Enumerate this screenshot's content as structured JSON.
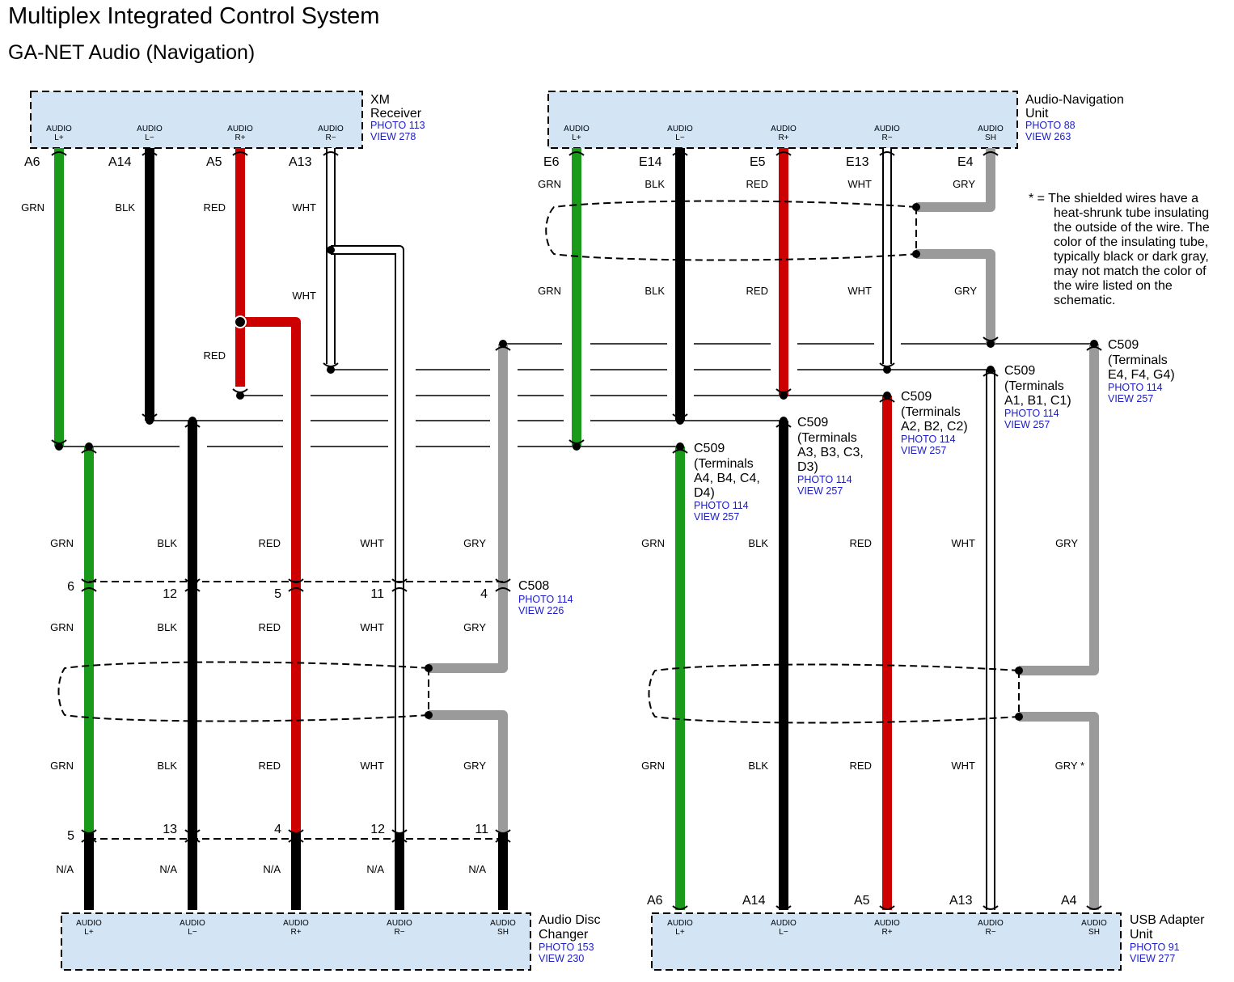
{
  "title": "Multiplex Integrated Control System",
  "subtitle": "GA-NET Audio (Navigation)",
  "components": {
    "xm": {
      "name": [
        "XM",
        "Receiver"
      ],
      "photo": "PHOTO 113",
      "view": "VIEW 278",
      "pins": [
        [
          "AUDIO",
          "L+"
        ],
        [
          "AUDIO",
          "L−"
        ],
        [
          "AUDIO",
          "R+"
        ],
        [
          "AUDIO",
          "R−"
        ]
      ],
      "terminals": [
        "A6",
        "A14",
        "A5",
        "A13"
      ]
    },
    "nav": {
      "name": [
        "Audio-Navigation",
        "Unit"
      ],
      "photo": "PHOTO 88",
      "view": "VIEW 263",
      "pins": [
        [
          "AUDIO",
          "L+"
        ],
        [
          "AUDIO",
          "L−"
        ],
        [
          "AUDIO",
          "R+"
        ],
        [
          "AUDIO",
          "R−"
        ],
        [
          "AUDIO",
          "SH"
        ]
      ],
      "terminals": [
        "E6",
        "E14",
        "E5",
        "E13",
        "E4"
      ]
    },
    "disc": {
      "name": [
        "Audio Disc",
        "Changer"
      ],
      "photo": "PHOTO 153",
      "view": "VIEW 230",
      "pins": [
        [
          "AUDIO",
          "L+"
        ],
        [
          "AUDIO",
          "L−"
        ],
        [
          "AUDIO",
          "R+"
        ],
        [
          "AUDIO",
          "R−"
        ],
        [
          "AUDIO",
          "SH"
        ]
      ]
    },
    "usb": {
      "name": [
        "USB Adapter",
        "Unit"
      ],
      "photo": "PHOTO 91",
      "view": "VIEW 277",
      "pins": [
        [
          "AUDIO",
          "L+"
        ],
        [
          "AUDIO",
          "L−"
        ],
        [
          "AUDIO",
          "R+"
        ],
        [
          "AUDIO",
          "R−"
        ],
        [
          "AUDIO",
          "SH"
        ]
      ],
      "terminals": [
        "A6",
        "A14",
        "A5",
        "A13",
        "A4"
      ]
    }
  },
  "wires": {
    "xm_top": [
      "GRN",
      "BLK",
      "RED",
      "WHT"
    ],
    "xm_white_lower": "WHT",
    "xm_red_lower": "RED",
    "nav_top": [
      "GRN",
      "BLK",
      "RED",
      "WHT",
      "GRY"
    ],
    "nav_mid": [
      "GRN",
      "BLK",
      "RED",
      "WHT",
      "GRY"
    ],
    "left_upper": [
      "GRN",
      "BLK",
      "RED",
      "WHT",
      "GRY"
    ],
    "left_mid": [
      "GRN",
      "BLK",
      "RED",
      "WHT",
      "GRY"
    ],
    "left_lower": [
      "GRN",
      "BLK",
      "RED",
      "WHT",
      "GRY"
    ],
    "left_bottom": [
      "N/A",
      "N/A",
      "N/A",
      "N/A",
      "N/A"
    ],
    "right_upper": [
      "GRN",
      "BLK",
      "RED",
      "WHT",
      "GRY"
    ],
    "right_lower": [
      "GRN",
      "BLK",
      "RED",
      "WHT",
      "GRY *"
    ]
  },
  "connectors": {
    "c508": {
      "name": "C508",
      "photo": "PHOTO 114",
      "view": "VIEW 226",
      "pins": [
        "6",
        "12",
        "5",
        "11",
        "4"
      ]
    },
    "left_bottom_pins": [
      "5",
      "13",
      "4",
      "12",
      "11"
    ],
    "c509_g": {
      "lines": [
        "C509",
        "(Terminals",
        "E4, F4, G4)"
      ],
      "photo": "PHOTO 114",
      "view": "VIEW 257"
    },
    "c509_a": {
      "lines": [
        "C509",
        "(Terminals",
        "A1, B1, C1)"
      ],
      "photo": "PHOTO 114",
      "view": "VIEW 257"
    },
    "c509_b": {
      "lines": [
        "C509",
        "(Terminals",
        "A2, B2, C2)"
      ],
      "photo": "PHOTO 114",
      "view": "VIEW 257"
    },
    "c509_c": {
      "lines": [
        "C509",
        "(Terminals",
        "A3, B3, C3,",
        "D3)"
      ],
      "photo": "PHOTO 114",
      "view": "VIEW 257"
    },
    "c509_d": {
      "lines": [
        "C509",
        "(Terminals",
        "A4, B4, C4,",
        "D4)"
      ],
      "photo": "PHOTO 114",
      "view": "VIEW 257"
    }
  },
  "note": [
    "* = The shielded wires have a",
    "heat-shrunk tube insulating",
    "the outside of the wire. The",
    "color of the insulating tube,",
    "typically black or dark gray,",
    "may not match the color of",
    "the wire listed on the",
    "schematic."
  ],
  "colors": {
    "grn": "#1a9a1a",
    "blk": "#000000",
    "red": "#cc0000",
    "gry": "#9a9a9a",
    "box_fill": "#d3e4f5",
    "ref_blue": "#1c1cc8"
  }
}
